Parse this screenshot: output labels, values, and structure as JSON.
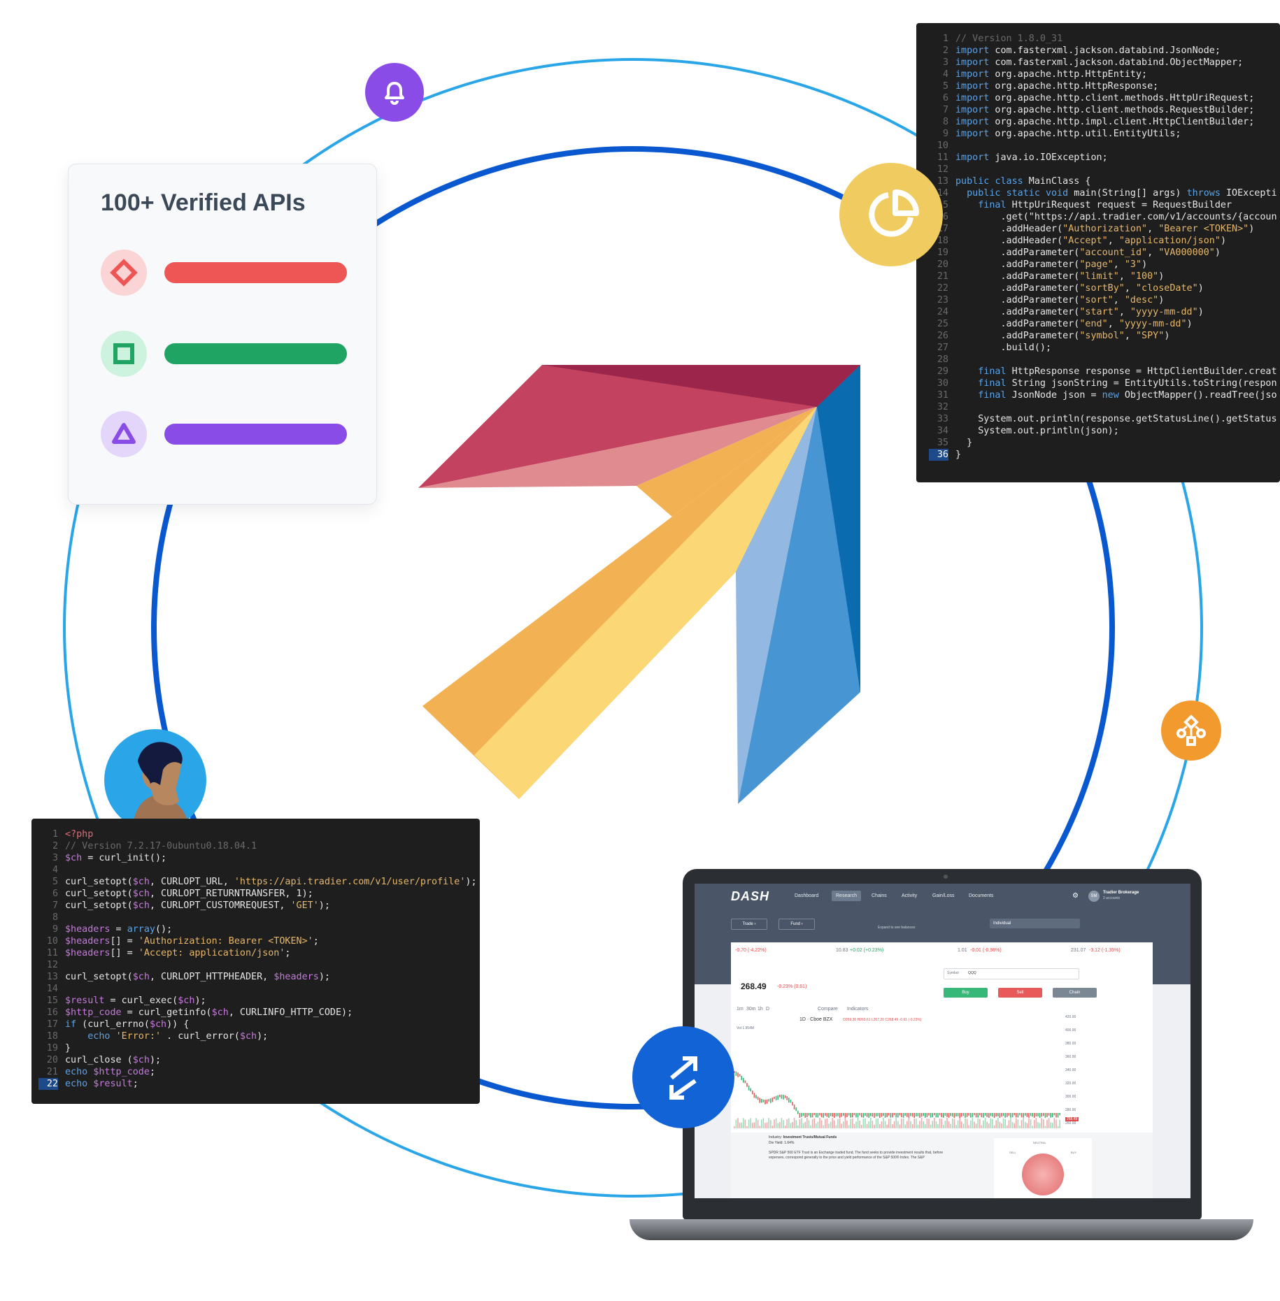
{
  "api_card": {
    "title": "100+ Verified APIs",
    "rows": [
      {
        "icon": "diamond-icon",
        "color": "#ee5555",
        "bg": "#fbd4d6"
      },
      {
        "icon": "square-icon",
        "color": "#1fa463",
        "bg": "#cdf3de"
      },
      {
        "icon": "triangle-icon",
        "color": "#8a4ce6",
        "bg": "#e4d6fb"
      }
    ]
  },
  "java_code": {
    "lines": [
      "// Version 1.8.0_31",
      "import com.fasterxml.jackson.databind.JsonNode;",
      "import com.fasterxml.jackson.databind.ObjectMapper;",
      "import org.apache.http.HttpEntity;",
      "import org.apache.http.HttpResponse;",
      "import org.apache.http.client.methods.HttpUriRequest;",
      "import org.apache.http.client.methods.RequestBuilder;",
      "import org.apache.http.impl.client.HttpClientBuilder;",
      "import org.apache.http.util.EntityUtils;",
      "",
      "import java.io.IOException;",
      "",
      "public class MainClass {",
      "  public static void main(String[] args) throws IOExcepti",
      "    final HttpUriRequest request = RequestBuilder",
      "        .get(\"https://api.tradier.com/v1/accounts/{accoun",
      "        .addHeader(\"Authorization\", \"Bearer <TOKEN>\")",
      "        .addHeader(\"Accept\", \"application/json\")",
      "        .addParameter(\"account_id\", \"VA000000\")",
      "        .addParameter(\"page\", \"3\")",
      "        .addParameter(\"limit\", \"100\")",
      "        .addParameter(\"sortBy\", \"closeDate\")",
      "        .addParameter(\"sort\", \"desc\")",
      "        .addParameter(\"start\", \"yyyy-mm-dd\")",
      "        .addParameter(\"end\", \"yyyy-mm-dd\")",
      "        .addParameter(\"symbol\", \"SPY\")",
      "        .build();",
      "",
      "    final HttpResponse response = HttpClientBuilder.creat",
      "    final String jsonString = EntityUtils.toString(respon",
      "    final JsonNode json = new ObjectMapper().readTree(jso",
      "",
      "    System.out.println(response.getStatusLine().getStatus",
      "    System.out.println(json);",
      "  }",
      "}"
    ],
    "line_numbers": [
      "1",
      "2",
      "3",
      "4",
      "5",
      "6",
      "7",
      "8",
      "9",
      "10",
      "11",
      "12",
      "13",
      "14",
      "15",
      "16",
      "17",
      "18",
      "19",
      "20",
      "21",
      "22",
      "23",
      "24",
      "25",
      "26",
      "27",
      "28",
      "29",
      "30",
      "31",
      "32",
      "33",
      "34",
      "35",
      "36"
    ]
  },
  "php_code": {
    "lines": [
      "<?php",
      "// Version 7.2.17-0ubuntu0.18.04.1",
      "$ch = curl_init();",
      "",
      "curl_setopt($ch, CURLOPT_URL, 'https://api.tradier.com/v1/user/profile');",
      "curl_setopt($ch, CURLOPT_RETURNTRANSFER, 1);",
      "curl_setopt($ch, CURLOPT_CUSTOMREQUEST, 'GET');",
      "",
      "$headers = array();",
      "$headers[] = 'Authorization: Bearer <TOKEN>';",
      "$headers[] = 'Accept: application/json';",
      "",
      "curl_setopt($ch, CURLOPT_HTTPHEADER, $headers);",
      "",
      "$result = curl_exec($ch);",
      "$http_code = curl_getinfo($ch, CURLINFO_HTTP_CODE);",
      "if (curl_errno($ch)) {",
      "    echo 'Error:' . curl_error($ch);",
      "}",
      "curl_close ($ch);",
      "echo $http_code;",
      "echo $result;"
    ],
    "line_numbers": [
      "1",
      "2",
      "3",
      "4",
      "5",
      "6",
      "7",
      "8",
      "9",
      "10",
      "11",
      "12",
      "13",
      "14",
      "15",
      "16",
      "17",
      "18",
      "19",
      "20",
      "21",
      "22"
    ]
  },
  "icons": {
    "bell": {
      "name": "bell-icon",
      "color": "#8a4ce6"
    },
    "pie": {
      "name": "pie-chart-icon",
      "color": "#f0cc60"
    },
    "flow": {
      "name": "flowchart-icon",
      "color": "#f29a2e"
    },
    "swap": {
      "name": "swap-arrows-icon",
      "color": "#1263d6"
    },
    "avatar": {
      "name": "avatar",
      "color": "#2aa6e8"
    }
  },
  "dash": {
    "logo": "DASH",
    "nav": [
      "Dashboard",
      "Research",
      "Chains",
      "Activity",
      "Gain/Loss",
      "Documents"
    ],
    "active_nav": "Research",
    "account_initials": "SM",
    "account_name": "Tradier Brokerage",
    "account_sub": "2 accounts",
    "trade_btn": "Trade",
    "fund_btn": "Fund",
    "expand_text": "Expand to see balances",
    "account_select": "Individual",
    "ticker_items": [
      "-0.70 (-4.22%)",
      "10.83",
      "+0.02 (+0.23%)",
      "1.01",
      "-0.01 (-0.98%)",
      "231.07",
      "-3.12 (-1.35%)"
    ],
    "price": "268.49",
    "price_change": "-0.23% (0.61)",
    "symbol_label": "Symbol",
    "symbol_value": "QQQ",
    "buy": "Buy",
    "sell": "Sell",
    "chain": "Chain",
    "chart_tabs": [
      "1m",
      "30m",
      "1h",
      "D"
    ],
    "compare": "Compare",
    "indicators": "Indicators",
    "chart_title": "1D · Cboe BZX",
    "ohlc": "O269.30 H269.61 L267.20 C268.49 -0.61 (-0.23%)",
    "vol": "Vol 1.954M",
    "y_ticks": [
      "420.00",
      "400.00",
      "380.00",
      "360.00",
      "340.00",
      "320.00",
      "300.00",
      "280.00",
      "260.00"
    ],
    "last_price_tag": "268.49",
    "industry_label": "Industry:",
    "industry_value": "Investment Trusts/Mutual Funds",
    "div_yield": "Div Yield: 1.64%",
    "description": "SPDR S&P 500 ETF Trust is an Exchange traded fund. The fund seeks to provide investment results that, before expenses, correspond generally to the price and yield performance of the S&P 500® Index. The S&P",
    "gauge_labels": [
      "NEUTRAL",
      "SELL",
      "BUY"
    ]
  }
}
